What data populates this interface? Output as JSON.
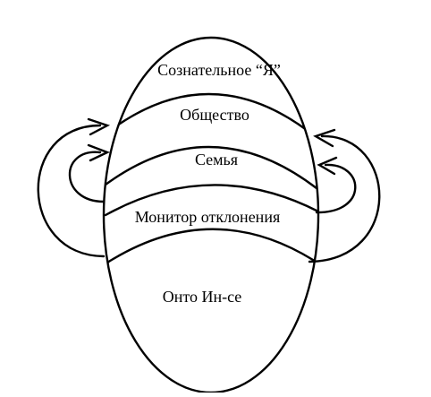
{
  "layers": [
    {
      "id": "conscious-self",
      "label": "Сознательное “Я”"
    },
    {
      "id": "society",
      "label": "Общество"
    },
    {
      "id": "family",
      "label": "Семья"
    },
    {
      "id": "deviation-monitor",
      "label": "Монитор отклонения"
    },
    {
      "id": "onto-in-se",
      "label": "Онто Ин-се"
    }
  ],
  "colors": {
    "line": "#000000",
    "background": "#ffffff"
  }
}
